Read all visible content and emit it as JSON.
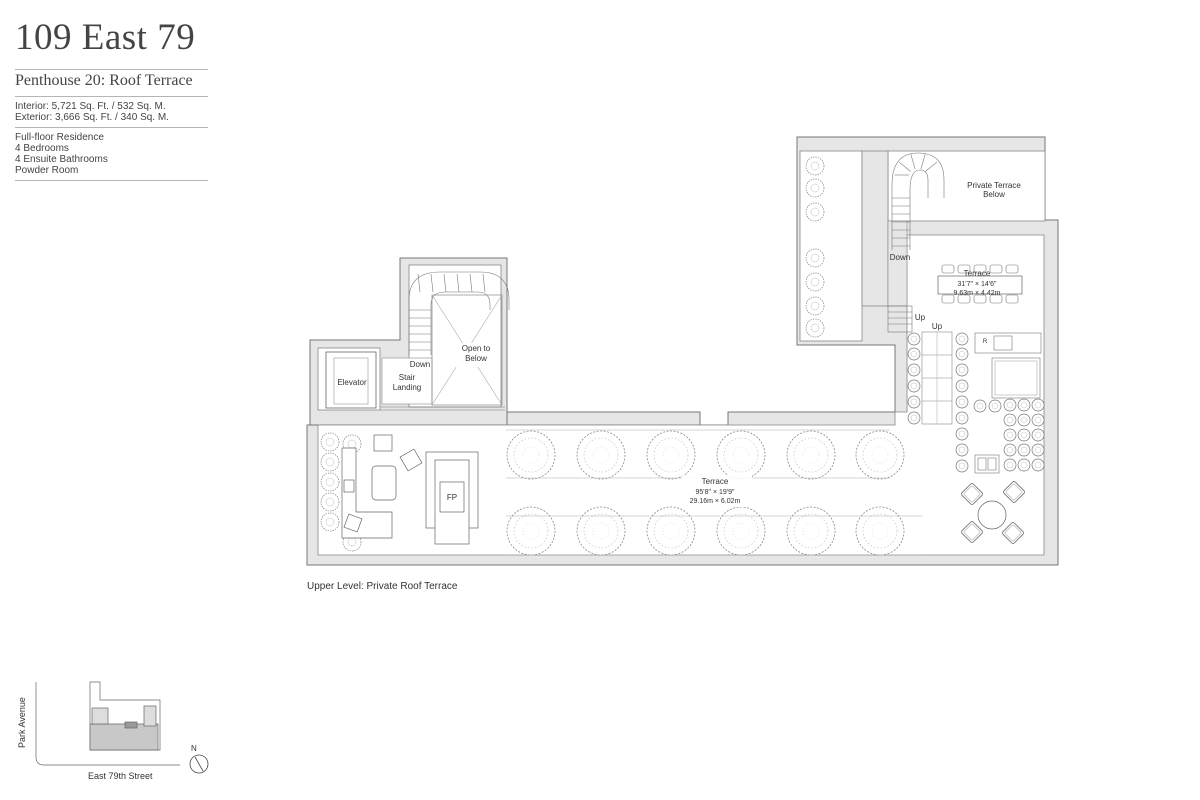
{
  "building": {
    "title": "109 East 79"
  },
  "unit": {
    "name": "Penthouse 20: Roof Terrace",
    "interior": "Interior: 5,721 Sq. Ft. / 532 Sq. M.",
    "exterior": "Exterior: 3,666 Sq. Ft. / 340 Sq. M.",
    "features": [
      "Full-floor Residence",
      "4 Bedrooms",
      "4 Ensuite Bathrooms",
      "Powder Room"
    ]
  },
  "plan": {
    "caption": "Upper Level: Private Roof Terrace",
    "labels": {
      "elevator": "Elevator",
      "stair_landing": [
        "Stair",
        "Landing"
      ],
      "open_to_below": [
        "Open to",
        "Below"
      ],
      "down_left": "Down",
      "down_right": "Down",
      "up_small": "Up",
      "up": "Up",
      "private_terrace": [
        "Private Terrace",
        "Below"
      ],
      "terrace_upper": [
        "Terrace",
        "31'7\" × 14'6\"",
        "9.63m × 4.42m"
      ],
      "terrace_main": [
        "Terrace",
        "95'8\" × 19'9\"",
        "29.16m × 6.02m"
      ],
      "fireplace": "FP",
      "fridge": "R"
    }
  },
  "keyplan": {
    "avenue": "Park Avenue",
    "street": "East 79th Street",
    "north": "N"
  }
}
